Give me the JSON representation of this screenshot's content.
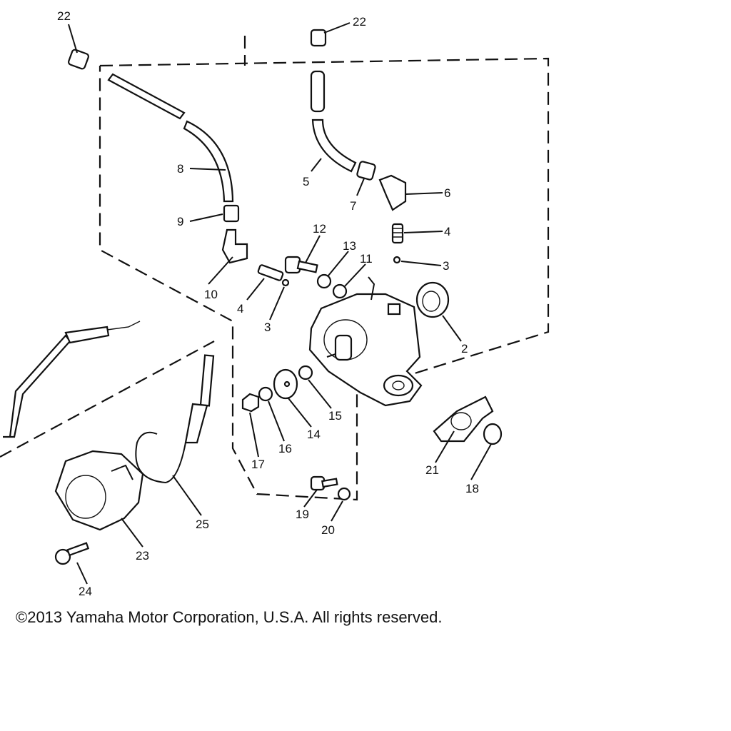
{
  "copyright": "©2013 Yamaha Motor Corporation, U.S.A. All rights reserved.",
  "callouts": [
    "22",
    "22",
    "8",
    "9",
    "10",
    "5",
    "7",
    "6",
    "12",
    "13",
    "11",
    "4",
    "3",
    "4",
    "3",
    "2",
    "15",
    "14",
    "16",
    "17",
    "21",
    "18",
    "19",
    "20",
    "25",
    "23",
    "24"
  ]
}
